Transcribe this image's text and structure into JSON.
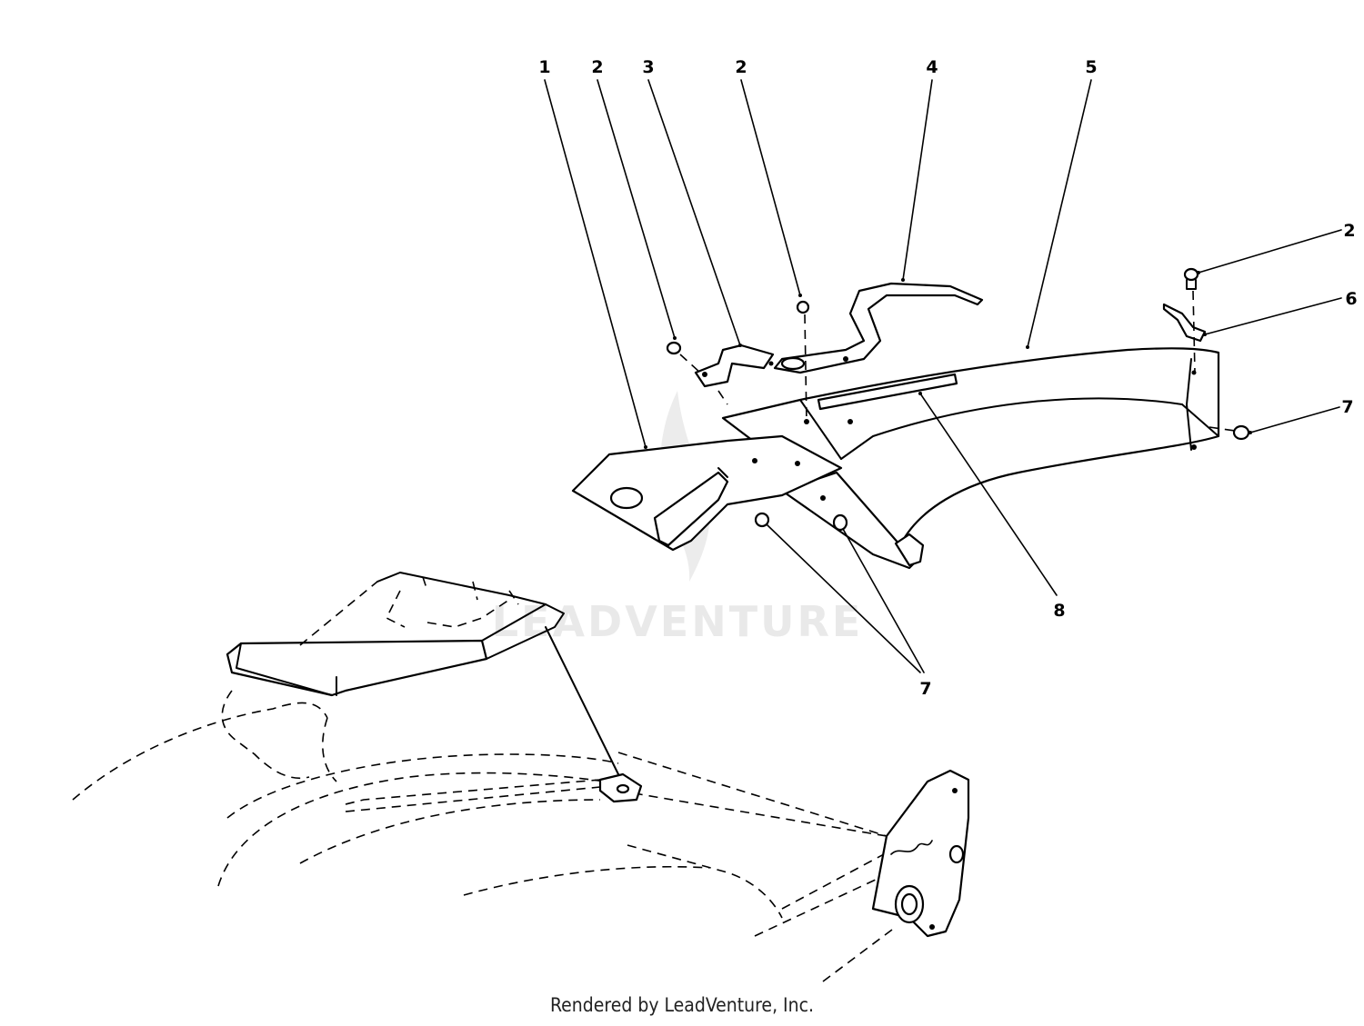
{
  "diagram": {
    "callouts": [
      {
        "id": "c1",
        "label": "1"
      },
      {
        "id": "c2a",
        "label": "2"
      },
      {
        "id": "c3",
        "label": "3"
      },
      {
        "id": "c2b",
        "label": "2"
      },
      {
        "id": "c4",
        "label": "4"
      },
      {
        "id": "c5",
        "label": "5"
      },
      {
        "id": "c2c",
        "label": "2"
      },
      {
        "id": "c6",
        "label": "6"
      },
      {
        "id": "c7a",
        "label": "7"
      },
      {
        "id": "c8",
        "label": "8"
      },
      {
        "id": "c7b",
        "label": "7"
      }
    ],
    "watermark": "LEADVENTURE",
    "footer": "Rendered by LeadVenture, Inc."
  }
}
